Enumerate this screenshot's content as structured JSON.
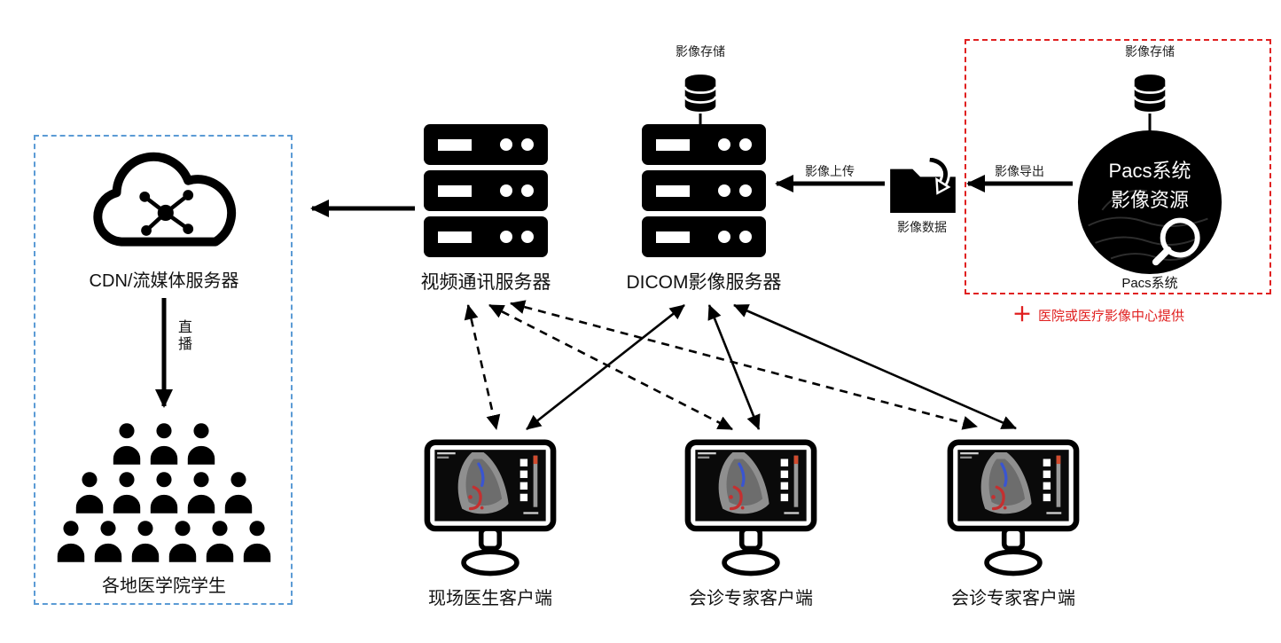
{
  "colors": {
    "accent_red": "#e02020",
    "accent_blue": "#5b9bd5",
    "ink": "#000000"
  },
  "pacs": {
    "storage_label": "影像存储",
    "circle_title": "Pacs系统",
    "circle_subtitle": "影像资源",
    "caption": "Pacs系统",
    "plus": "＋",
    "provider_note": "医院或医疗影像中心提供"
  },
  "dicom": {
    "storage_label": "影像存储",
    "label": "DICOM影像服务器"
  },
  "video": {
    "label": "视频通讯服务器"
  },
  "folder": {
    "label": "影像数据"
  },
  "edges": {
    "export": "影像导出",
    "upload": "影像上传",
    "live": "直播"
  },
  "cdn": {
    "label": "CDN/流媒体服务器",
    "students_label": "各地医学院学生"
  },
  "clients": [
    {
      "label": "现场医生客户端"
    },
    {
      "label": "会诊专家客户端"
    },
    {
      "label": "会诊专家客户端"
    }
  ]
}
